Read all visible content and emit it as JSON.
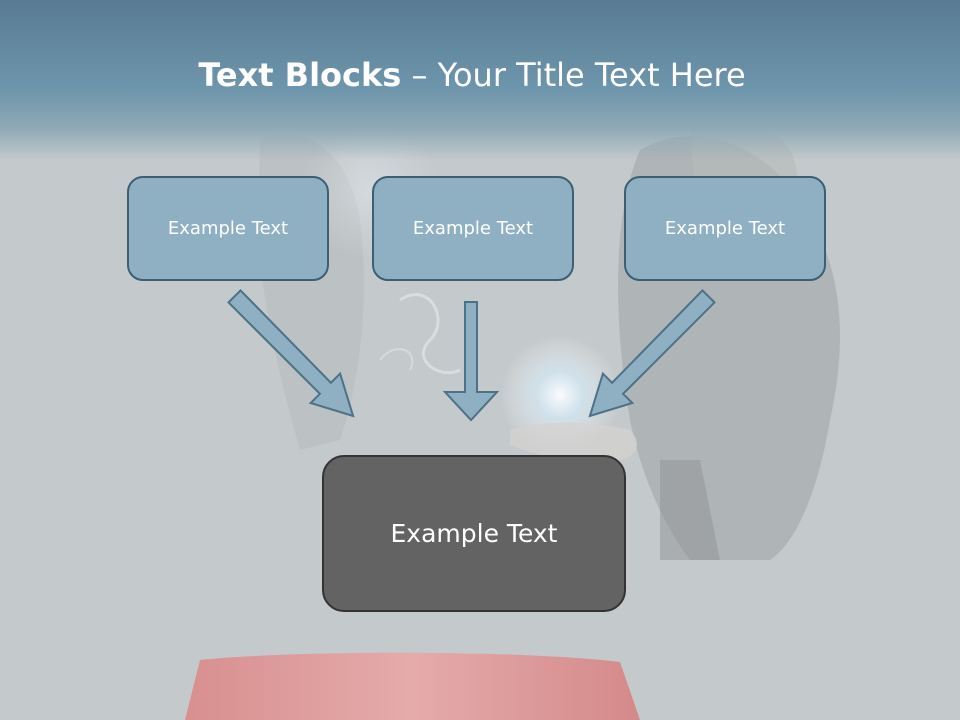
{
  "slide": {
    "title_bold": "Text Blocks",
    "title_dash": " – ",
    "title_rest": "Your Title Text Here"
  },
  "blocks": {
    "top": [
      "Example Text",
      "Example Text",
      "Example Text"
    ],
    "bottom": "Example Text"
  },
  "colors": {
    "title_band": "#6d95ab",
    "top_box_fill": "#8fb0c3",
    "top_box_border": "#3c5f75",
    "bottom_box_fill": "#636363",
    "arrow_fill": "#8fb0c3",
    "arrow_stroke": "#4d7187"
  }
}
